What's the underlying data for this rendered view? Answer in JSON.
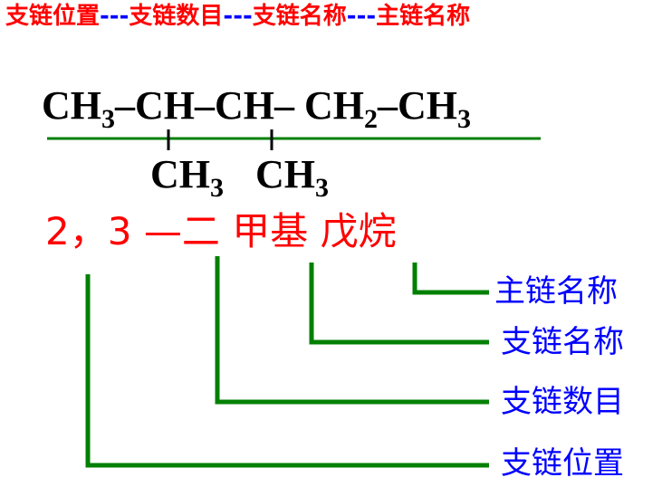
{
  "header": {
    "part1": "支链位置",
    "sep1": "---",
    "part2": "支链数目",
    "sep2": "---",
    "part3": "支链名称",
    "sep3": "---",
    "part4": "主链名称"
  },
  "formula": {
    "main_chain": [
      {
        "text": "CH",
        "sub": "3"
      },
      {
        "text": "–"
      },
      {
        "text": "CH"
      },
      {
        "text": "–"
      },
      {
        "text": "CH"
      },
      {
        "text": "– "
      },
      {
        "text": "CH",
        "sub": "2"
      },
      {
        "text": "–"
      },
      {
        "text": "CH",
        "sub": "3"
      }
    ],
    "branch1": {
      "text": "CH",
      "sub": "3"
    },
    "branch2": {
      "text": "CH",
      "sub": "3"
    }
  },
  "name": {
    "positions": "2，3",
    "dash": "—",
    "count": "二",
    "substituent": "甲基",
    "parent": "戊烷"
  },
  "labels": {
    "main_chain_name": "主链名称",
    "branch_name": "支链名称",
    "branch_count": "支链数目",
    "branch_position": "支链位置"
  },
  "colors": {
    "header_text": "#ff0000",
    "header_separator": "#0000ff",
    "name_text": "#ff0000",
    "label_text": "#0000ff",
    "connector_lines": "#008000",
    "formula_text": "#000000"
  }
}
